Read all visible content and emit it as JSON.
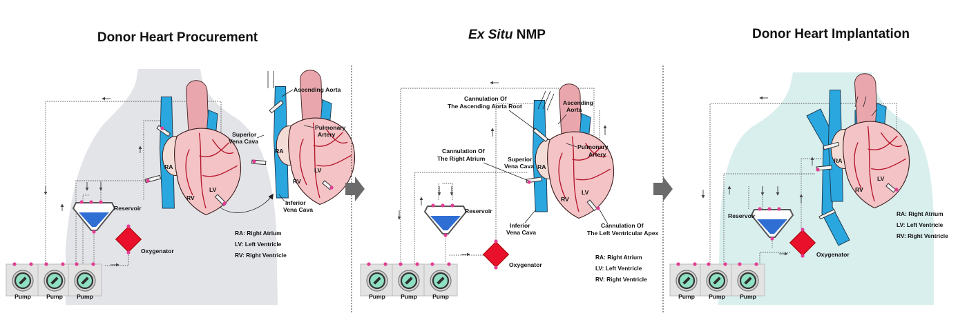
{
  "panels": [
    {
      "title": "Donor Heart Procurement",
      "labels": {
        "ra": "RA",
        "lv": "LV",
        "rv": "RV",
        "reservoir": "Reservoir",
        "oxygenator": "Oxygenator",
        "ascending_aorta": "Ascending Aorta",
        "superior_vena_cava_1": "Superior",
        "superior_vena_cava_2": "Vena Cava",
        "pulmonary_artery_1": "Pulmonary",
        "pulmonary_artery_2": "Artery",
        "inferior_vena_cava_1": "Inferior",
        "inferior_vena_cava_2": "Vena Cava"
      },
      "pumps": [
        "Pump",
        "Pump",
        "Pump"
      ],
      "legend": [
        "RA: Right Atrium",
        "LV: Left Ventricle",
        "RV: Right Ventricle"
      ]
    },
    {
      "title_italic": "Ex Situ",
      "title_rest": " NMP",
      "labels": {
        "cannulation_aorta_1": "Cannulation Of",
        "cannulation_aorta_2": "The Ascending Aorta Root",
        "ascending_aorta_1": "Ascending",
        "ascending_aorta_2": "Aorta",
        "cannulation_ra_1": "Cannulation Of",
        "cannulation_ra_2": "The Right Atrium",
        "superior_vena_cava_1": "Superior",
        "superior_vena_cava_2": "Vena Cava",
        "pulmonary_artery_1": "Pulmonary",
        "pulmonary_artery_2": "Artery",
        "inferior_vena_cava_1": "Inferior",
        "inferior_vena_cava_2": "Vena Cava",
        "cannulation_lv_1": "Cannulation Of",
        "cannulation_lv_2": "The Left Ventricular Apex",
        "ra": "RA",
        "lv": "LV",
        "rv": "RV",
        "reservoir": "Reservoir",
        "oxygenator": "Oxygenator"
      },
      "pumps": [
        "Pump",
        "Pump",
        "Pump"
      ],
      "legend": [
        "RA: Right Atrium",
        "LV: Left Ventricle",
        "RV: Right Ventricle"
      ]
    },
    {
      "title": "Donor Heart Implantation",
      "labels": {
        "ra": "RA",
        "lv": "LV",
        "rv": "RV",
        "reservoir": "Reservoir",
        "oxygenator": "Oxygenator"
      },
      "pumps": [
        "Pump",
        "Pump",
        "Pump"
      ],
      "legend": [
        "RA: Right Atrium",
        "LV: Left Ventricle",
        "RV: Right Ventricle"
      ]
    }
  ],
  "colors": {
    "vessel_blue": "#2aa7de",
    "heart_pink": "#f4c3c5",
    "oxygenator_red": "#e8102a",
    "reservoir_blue": "#2f6fd4",
    "pump_green": "#8fe0c3",
    "connector_pink": "#e23d93",
    "body_grey": "#e3e4e8",
    "body_teal": "#d9efee",
    "step_arrow_grey": "#6b6b6b"
  },
  "icons": [
    "heart-icon",
    "pump-icon",
    "reservoir-icon",
    "oxygenator-icon",
    "step-arrow-icon"
  ]
}
